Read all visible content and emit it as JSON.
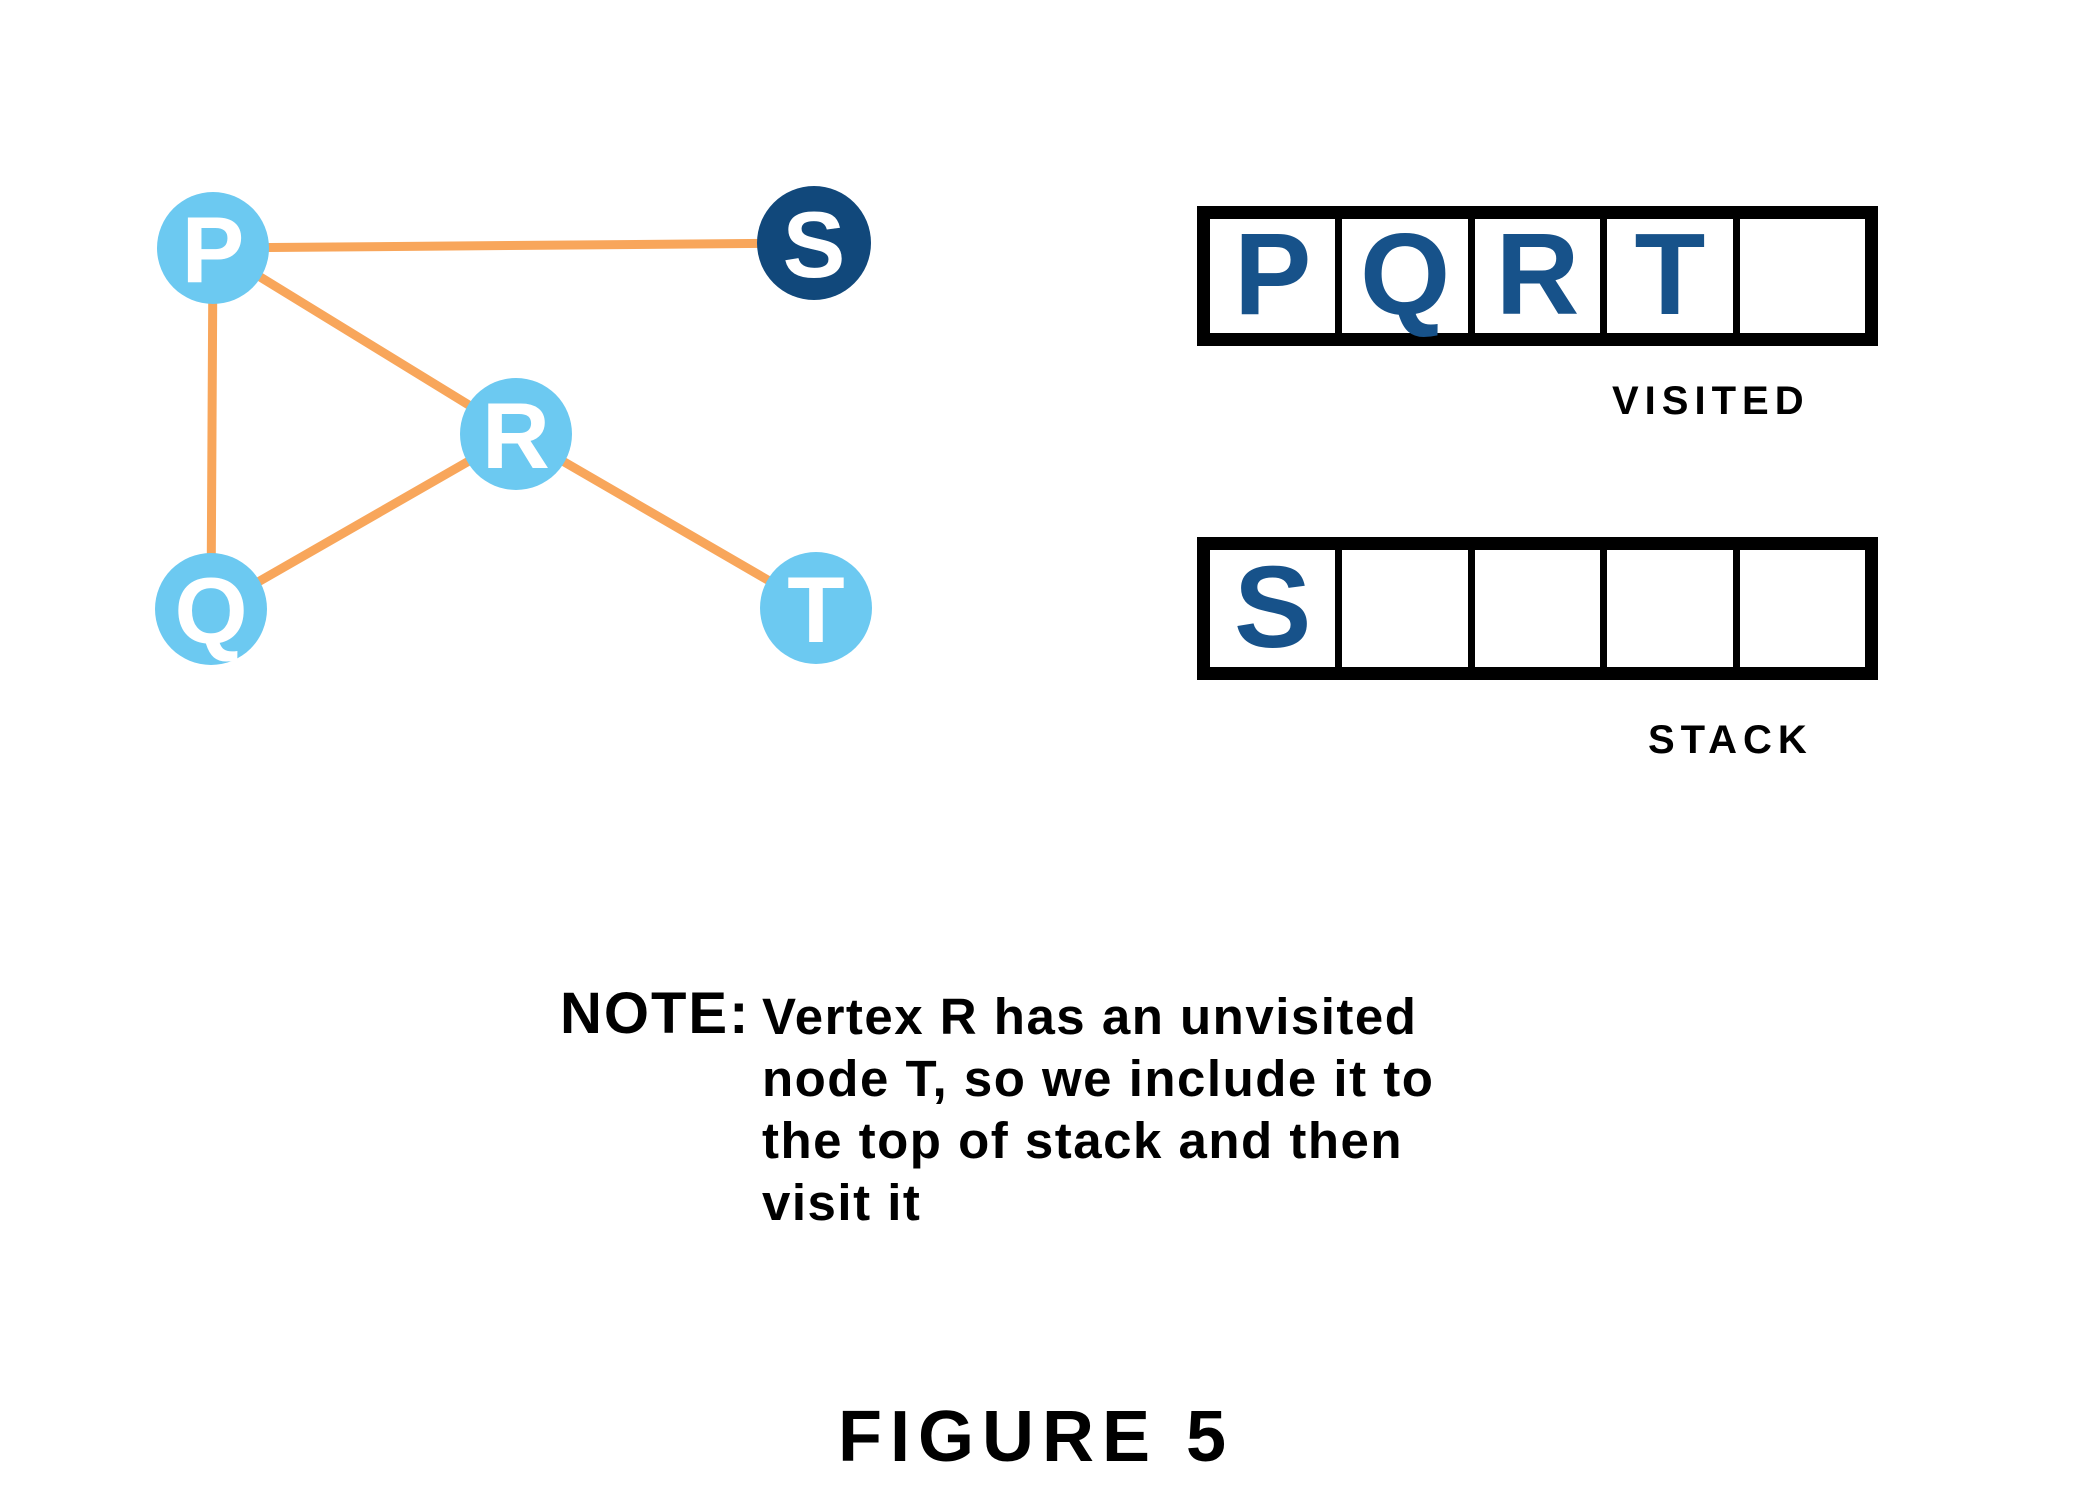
{
  "graph": {
    "nodes": [
      {
        "id": "P",
        "state": "visited"
      },
      {
        "id": "S",
        "state": "current"
      },
      {
        "id": "R",
        "state": "visited"
      },
      {
        "id": "Q",
        "state": "visited"
      },
      {
        "id": "T",
        "state": "visited"
      }
    ],
    "edges": [
      [
        "P",
        "S"
      ],
      [
        "P",
        "R"
      ],
      [
        "P",
        "Q"
      ],
      [
        "R",
        "Q"
      ],
      [
        "R",
        "T"
      ]
    ]
  },
  "visited": {
    "label": "VISITED",
    "cells": [
      "P",
      "Q",
      "R",
      "T",
      ""
    ]
  },
  "stack": {
    "label": "STACK",
    "cells": [
      "S",
      "",
      "",
      "",
      ""
    ]
  },
  "note": {
    "label": "NOTE:",
    "lines": [
      "Vertex R has an unvisited",
      "node T, so we include it to",
      "the top of stack and then",
      "visit it"
    ]
  },
  "caption": "FIGURE 5",
  "colors": {
    "node_light_blue": "#6CC9F1",
    "node_dark_blue": "#11487B",
    "edge_orange": "#F8A65B",
    "cell_letter_blue": "#17528A",
    "text_black": "#000000"
  }
}
